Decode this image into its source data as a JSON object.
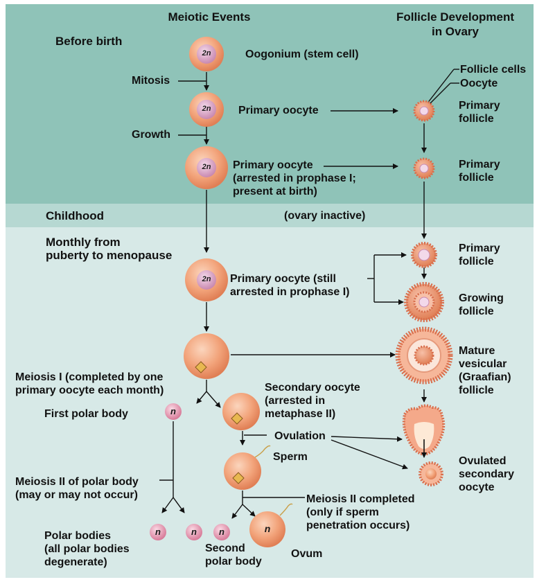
{
  "headers": {
    "meiotic_events": "Meiotic Events",
    "follicle_development": "Follicle Development\nin Ovary"
  },
  "sections": {
    "before_birth": "Before birth",
    "childhood": "Childhood",
    "monthly": "Monthly from\npuberty to menopause"
  },
  "left_labels": {
    "mitosis": "Mitosis",
    "growth": "Growth",
    "meiosis_one": "Meiosis I (completed by one\nprimary oocyte each month)",
    "first_polar_body": "First polar body",
    "meiosis_two_polar": "Meiosis II of polar body\n(may or may not occur)",
    "polar_bodies": "Polar bodies\n(all polar bodies\ndegenerate)",
    "second_polar_body": "Second\npolar body",
    "ovum": "Ovum"
  },
  "center_labels": {
    "oogonium": "Oogonium (stem cell)",
    "primary_oocyte": "Primary oocyte",
    "primary_oocyte_arrested": "Primary oocyte\n(arrested in prophase I;\npresent at birth)",
    "ovary_inactive": "(ovary inactive)",
    "primary_oocyte_still": "Primary oocyte (still\narrested in prophase I)",
    "secondary_oocyte": "Secondary oocyte\n(arrested in\nmetaphase II)",
    "ovulation": "Ovulation",
    "sperm": "Sperm",
    "meiosis_two_completed": "Meiosis II completed\n(only if sperm\npenetration occurs)"
  },
  "right_labels": {
    "follicle_cells": "Follicle cells",
    "oocyte": "Oocyte",
    "primary_follicle_1": "Primary\nfollicle",
    "primary_follicle_2": "Primary\nfollicle",
    "primary_follicle_3": "Primary\nfollicle",
    "growing_follicle": "Growing\nfollicle",
    "mature_follicle": "Mature\nvesicular\n(Graafian)\nfollicle",
    "ovulated_oocyte": "Ovulated\nsecondary\noocyte"
  },
  "cell_symbols": {
    "diploid": "2n",
    "haploid": "n"
  },
  "colors": {
    "band_before_birth": "#8fc3b8",
    "band_childhood": "#b6d8d2",
    "band_monthly": "#d7e9e7",
    "cell_fill": "#f2a37a",
    "cell_nucleus": "#d9a7c2",
    "follicle_cell": "#ea8c6e",
    "haploid_fill": "#e9a0b2"
  }
}
